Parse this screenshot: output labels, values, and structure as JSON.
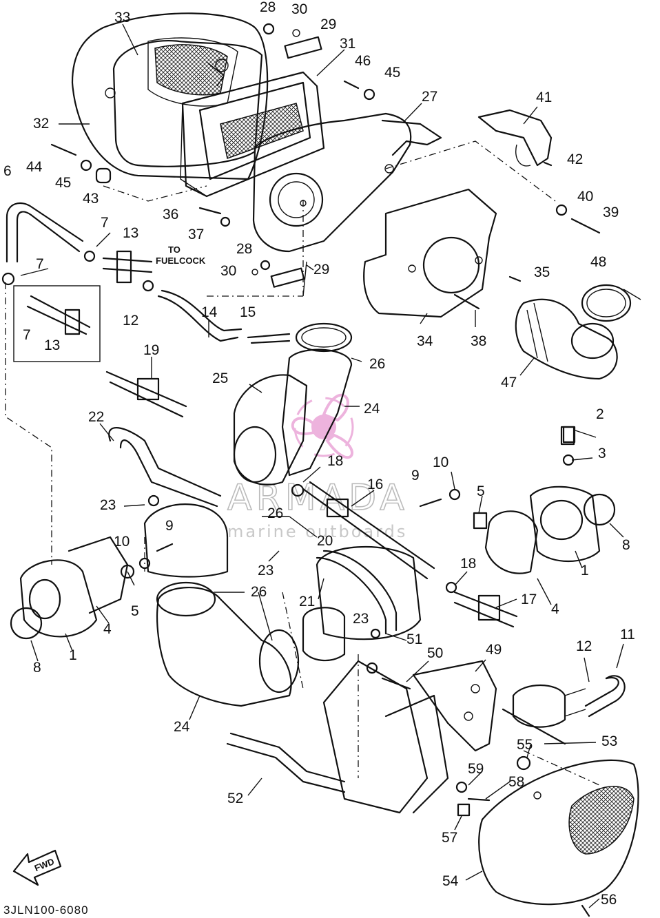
{
  "diagram_code": "3JLN100-6080",
  "note_lines": [
    "TO",
    "FUELCOCK"
  ],
  "fwd_label": "FWD",
  "watermark": {
    "brand": "ARMADA",
    "tagline": "marine outboards"
  },
  "callouts": {
    "c33": "33",
    "c28a": "28",
    "c30a": "30",
    "c29a": "29",
    "c31": "31",
    "c46": "46",
    "c45a": "45",
    "c27": "27",
    "c41": "41",
    "c32": "32",
    "c44": "44",
    "c45b": "45",
    "c43": "43",
    "c42": "42",
    "c6": "6",
    "c40": "40",
    "c39": "39",
    "c36": "36",
    "c37": "37",
    "c7a": "7",
    "c13a": "13",
    "c28b": "28",
    "c30b": "30",
    "c29b": "29",
    "c35": "35",
    "c48": "48",
    "c7b": "7",
    "c12a": "12",
    "c14": "14",
    "c15": "15",
    "c7c": "7",
    "c13b": "13",
    "c34": "34",
    "c38": "38",
    "c26a": "26",
    "c19": "19",
    "c47": "47",
    "c25": "25",
    "c24a": "24",
    "c22": "22",
    "c2": "2",
    "c3": "3",
    "c18a": "18",
    "c10a": "10",
    "c9a": "9",
    "c16": "16",
    "c5a": "5",
    "c23a": "23",
    "c26b": "26",
    "c8a": "8",
    "c9b": "9",
    "c10b": "10",
    "c20": "20",
    "c1a": "1",
    "c23b": "23",
    "c18b": "18",
    "c26c": "26",
    "c4a": "4",
    "c21": "21",
    "c17": "17",
    "c5b": "5",
    "c4b": "4",
    "c1b": "1",
    "c23c": "23",
    "c51": "51",
    "c11": "11",
    "c8b": "8",
    "c12b": "12",
    "c50": "50",
    "c49": "49",
    "c24b": "24",
    "c53": "53",
    "c55": "55",
    "c59": "59",
    "c58": "58",
    "c52": "52",
    "c57": "57",
    "c54": "54",
    "c56": "56"
  }
}
